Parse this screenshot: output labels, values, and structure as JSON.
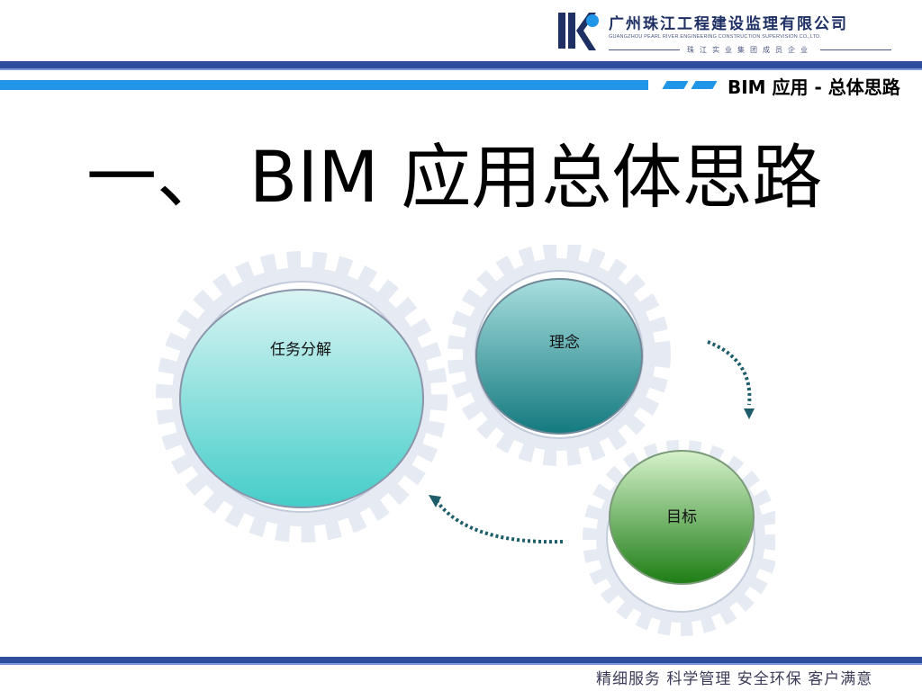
{
  "header": {
    "company_name": "广州珠江工程建设监理有限公司",
    "company_name_en": "GUANGZHOU PEARL RIVER ENGINEERING CONSTRUCTION SUPERVISION CO.,LTD.",
    "company_tagline": "珠江实业集团成员企业",
    "section_label": "BIM 应用 - 总体思路"
  },
  "slide": {
    "title": "一、 BIM 应用总体思路",
    "gears": [
      {
        "label": "任务分解",
        "color_top": "#d9f4f3",
        "color_bottom": "#45cdc9"
      },
      {
        "label": "理念",
        "color_top": "#a9dedf",
        "color_bottom": "#137a7f"
      },
      {
        "label": "目标",
        "color_top": "#d6f2cc",
        "color_bottom": "#1d7d14"
      }
    ]
  },
  "footer": {
    "slogan": "精细服务  科学管理  安全环保  客户满意"
  },
  "colors": {
    "band_blue": "#2d4c9c",
    "stripe_blue": "#2196e8",
    "arrow_teal": "#1c5d69",
    "gear_ring": "#e6eaf2"
  }
}
